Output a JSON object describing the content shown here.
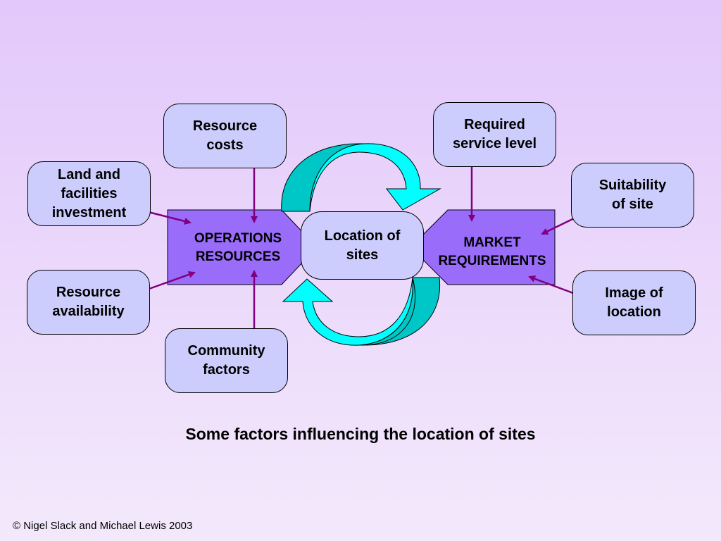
{
  "center": "Location of\nsites",
  "hubs": {
    "operations": "OPERATIONS\nRESOURCES",
    "market": "MARKET\nREQUIREMENTS"
  },
  "factors": {
    "resource_costs": "Resource\ncosts",
    "land_facilities": "Land and\nfacilities\ninvestment",
    "resource_availability": "Resource\navailability",
    "community_factors": "Community\nfactors",
    "required_service": "Required\nservice level",
    "suitability": "Suitability\nof site",
    "image_location": "Image of\nlocation"
  },
  "caption": "Some factors influencing the location of sites",
  "copyright": "© Nigel Slack and Michael Lewis 2003",
  "colors": {
    "box_fill": "#cccdfc",
    "hub_fill": "#9a6cfa",
    "arrow": "#800080",
    "cycle_light": "#00ffff",
    "cycle_dark": "#00c7c7"
  }
}
